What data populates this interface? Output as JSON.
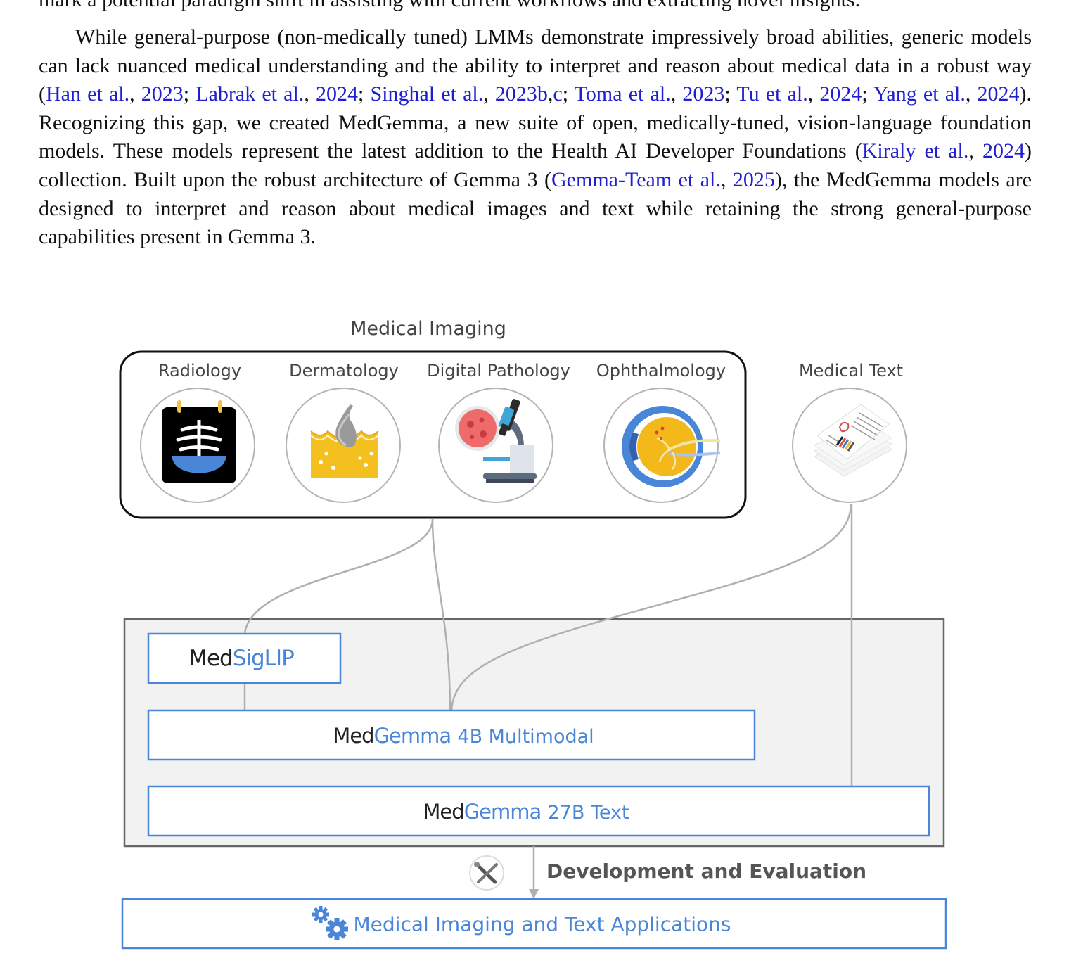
{
  "paragraph_prev_line": "mark a potential paradigm shift in assisting with current workflows and extracting novel insights.",
  "paragraph": [
    {
      "t": "While general-purpose (non-medically tuned) LMMs demonstrate impressively broad abilities, generic models can lack nuanced medical understanding and the ability to interpret and reason about medical data in a robust way ("
    },
    {
      "t": "Han et al.",
      "c": true
    },
    {
      "t": ", "
    },
    {
      "t": "2023",
      "c": true
    },
    {
      "t": "; "
    },
    {
      "t": "Labrak et al.",
      "c": true
    },
    {
      "t": ", "
    },
    {
      "t": "2024",
      "c": true
    },
    {
      "t": "; "
    },
    {
      "t": "Singhal et al.",
      "c": true
    },
    {
      "t": ", "
    },
    {
      "t": "2023b",
      "c": true
    },
    {
      "t": ","
    },
    {
      "t": "c",
      "c": true
    },
    {
      "t": "; "
    },
    {
      "t": "Toma et al.",
      "c": true
    },
    {
      "t": ", "
    },
    {
      "t": "2023",
      "c": true
    },
    {
      "t": "; "
    },
    {
      "t": "Tu et al.",
      "c": true
    },
    {
      "t": ", "
    },
    {
      "t": "2024",
      "c": true
    },
    {
      "t": "; "
    },
    {
      "t": "Yang et al.",
      "c": true
    },
    {
      "t": ", "
    },
    {
      "t": "2024",
      "c": true
    },
    {
      "t": "). Recognizing this gap, we created MedGemma, a new suite of open, medically-tuned, vision-language foundation models. These models represent the latest addition to the Health AI Developer Foundations ("
    },
    {
      "t": "Kiraly et al.",
      "c": true
    },
    {
      "t": ", "
    },
    {
      "t": "2024",
      "c": true
    },
    {
      "t": ") collection. Built upon the robust architecture of Gemma 3 ("
    },
    {
      "t": "Gemma-Team et al.",
      "c": true
    },
    {
      "t": ", "
    },
    {
      "t": "2025",
      "c": true
    },
    {
      "t": "), the MedGemma models are designed to interpret and reason about medical images and text while retaining the strong general-purpose capabilities present in Gemma 3."
    }
  ],
  "figure": {
    "imaging_group_title": "Medical Imaging",
    "categories": {
      "radiology": "Radiology",
      "dermatology": "Dermatology",
      "pathology": "Digital Pathology",
      "ophthalmology": "Ophthalmology",
      "text": "Medical Text"
    },
    "models": {
      "siglip": {
        "prefix": "Med",
        "suffix": "SigLIP"
      },
      "gemma4b": {
        "prefix": "Med",
        "suffix": "Gemma",
        "detail": "4B Multimodal"
      },
      "gemma27b": {
        "prefix": "Med",
        "suffix": "Gemma",
        "detail": "27B Text"
      }
    },
    "dev_label": "Development and Evaluation",
    "applications_label": "Medical Imaging and Text Applications",
    "colors": {
      "blue": "#4a86d8",
      "gray_line": "#b0b0b0",
      "panel_bg": "#f2f2f2"
    }
  }
}
